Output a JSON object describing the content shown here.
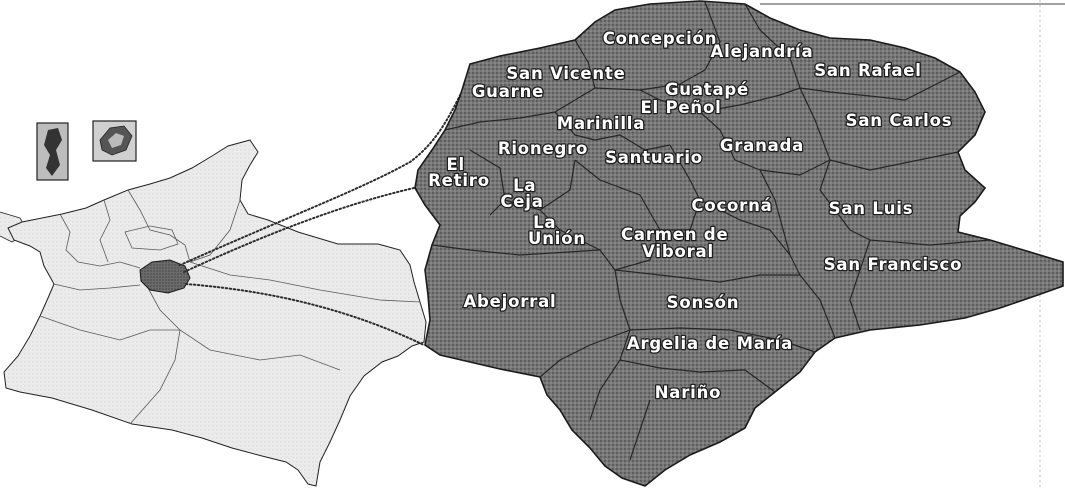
{
  "municipality_labels": {
    "concepcion": [
      "Concepción"
    ],
    "alejandria": [
      "Alejandría"
    ],
    "san_vicente": [
      "San Vicente"
    ],
    "san_rafael": [
      "San Rafael"
    ],
    "guarne": [
      "Guarne"
    ],
    "guatape": [
      "Guatapé"
    ],
    "el_penol": [
      "El Peñol"
    ],
    "marinilla": [
      "Marinilla"
    ],
    "san_carlos": [
      "San Carlos"
    ],
    "rionegro": [
      "Rionegro"
    ],
    "santuario": [
      "Santuario"
    ],
    "granada": [
      "Granada"
    ],
    "el_retiro": [
      "El",
      "Retiro"
    ],
    "la_ceja": [
      "La",
      "Ceja"
    ],
    "cocorna": [
      "Cocorná"
    ],
    "san_luis": [
      "San Luis"
    ],
    "la_union": [
      "La",
      "Unión"
    ],
    "carmen_de_viboral": [
      "Carmen de",
      "Viboral"
    ],
    "san_francisco": [
      "San Francisco"
    ],
    "abejorral": [
      "Abejorral"
    ],
    "sonson": [
      "Sonsón"
    ],
    "argelia_de_maria": [
      "Argelia de María"
    ],
    "narino": [
      "Nariño"
    ]
  },
  "icons": {
    "thumbnail_left": "colombia-map-thumbnail-icon",
    "thumbnail_right": "region-map-thumbnail-icon"
  },
  "colors": {
    "region_fill": "#777777",
    "region_dot_dark": "#3a3a3a",
    "region_dot_light": "#a9a9a9",
    "country_fill": "#ececec",
    "country_dot": "#bcbcbc",
    "highlight_fill": "#6b6b6b",
    "label_fill": "#ffffff",
    "label_outline": "#1e1e1e",
    "outline": "#1a1a1a"
  }
}
